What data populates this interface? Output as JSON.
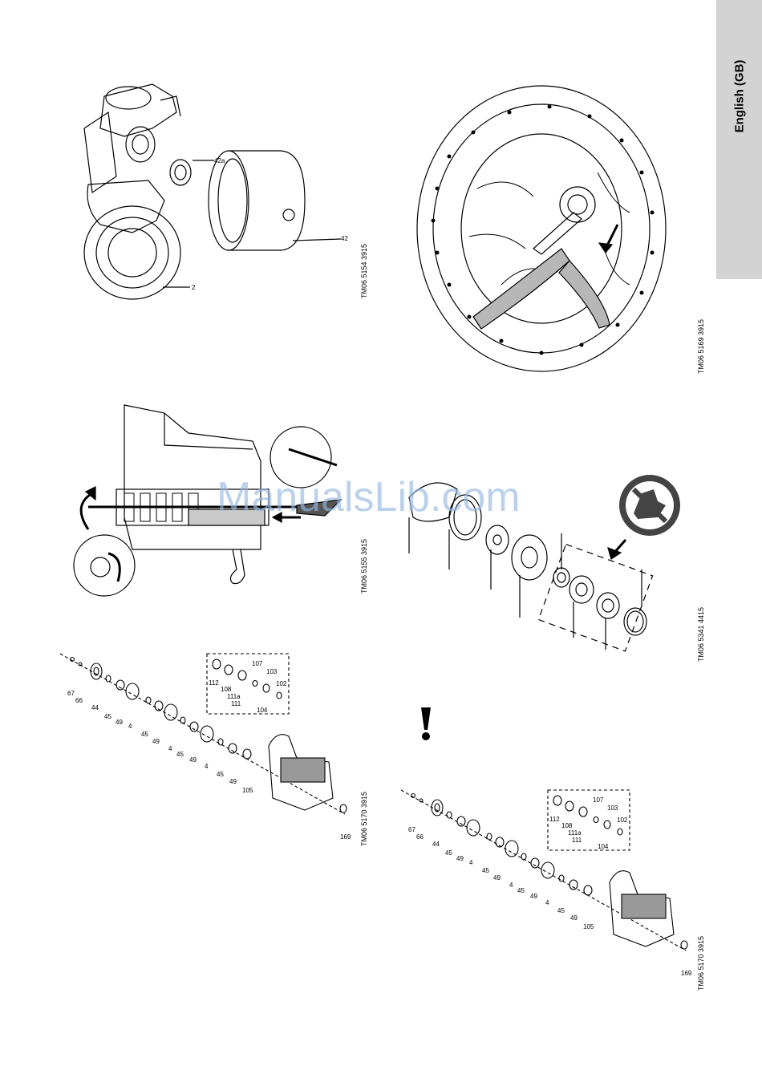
{
  "side_tab": {
    "label": "English (GB)"
  },
  "watermark": "ManualsLib.com",
  "figures": {
    "fig1": {
      "code": "TM06 5154 3915",
      "labels": [
        "42a",
        "42",
        "2"
      ]
    },
    "fig2": {
      "code": "TM06 5169 3915"
    },
    "fig3": {
      "code": "TM06 5155 3915"
    },
    "fig4": {
      "code": "TM06 5341 4415"
    },
    "fig5": {
      "code": "TM06 5170 3915",
      "labels": [
        "67",
        "66",
        "44",
        "45",
        "49",
        "4",
        "45",
        "49",
        "4",
        "45",
        "49",
        "4",
        "45",
        "49",
        "105",
        "169",
        "112",
        "108",
        "111a",
        "111",
        "107",
        "103",
        "102",
        "104"
      ]
    },
    "fig6": {
      "code": "TM06 5170 3915",
      "labels": [
        "67",
        "66",
        "44",
        "45",
        "49",
        "4",
        "45",
        "49",
        "4",
        "45",
        "49",
        "4",
        "45",
        "49",
        "105",
        "169",
        "112",
        "108",
        "111a",
        "111",
        "107",
        "103",
        "102",
        "104"
      ]
    }
  },
  "icons": [
    "no-touch-hot-surface-icon",
    "exclamation-warning-icon"
  ]
}
